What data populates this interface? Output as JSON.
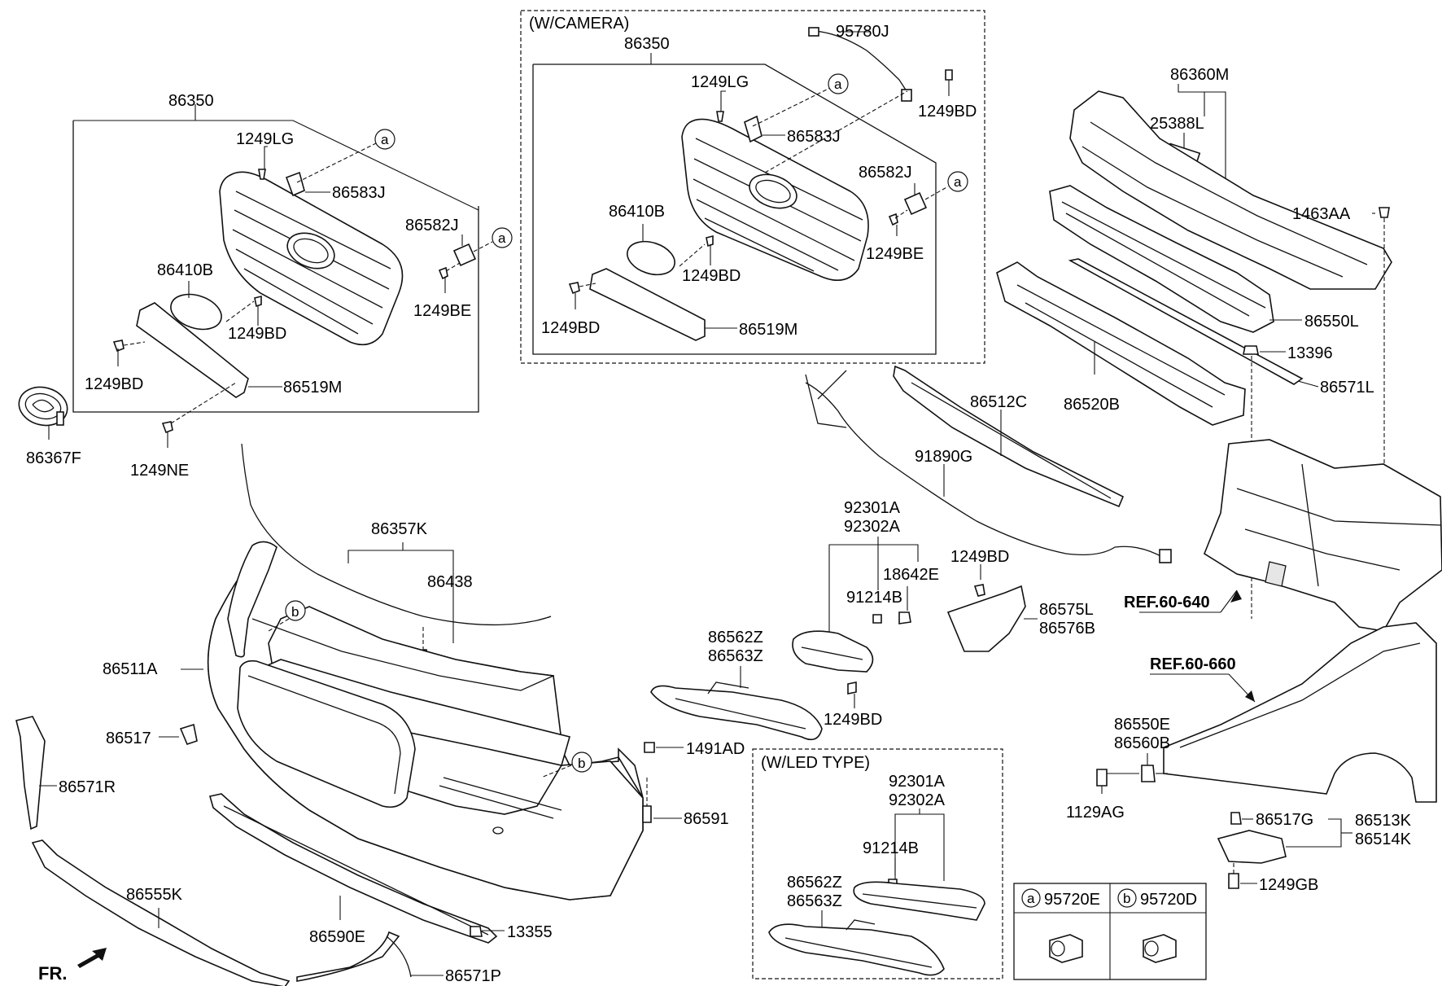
{
  "sections": {
    "camera": "(W/CAMERA)",
    "led": "(W/LED TYPE)"
  },
  "refs": {
    "ref_640": "REF.60-640",
    "ref_660": "REF.60-660",
    "front": "FR."
  },
  "legend": {
    "a_marker": "a",
    "a_part": "95720E",
    "b_marker": "b",
    "b_part": "95720D"
  },
  "callouts": {
    "c86350": "86350",
    "c1249lg": "1249LG",
    "c86583j": "86583J",
    "c86582j": "86582J",
    "c86410b": "86410B",
    "c1249be": "1249BE",
    "c1249bd_a": "1249BD",
    "c1249bd_b": "1249BD",
    "c86519m": "86519M",
    "c86367f": "86367F",
    "c1249ne": "1249NE",
    "w86350": "86350",
    "w95780j": "95780J",
    "w1249lg": "1249LG",
    "w1249bd_top": "1249BD",
    "w86583j": "86583J",
    "w86582j": "86582J",
    "w86410b": "86410B",
    "w1249be": "1249BE",
    "w1249bd_a": "1249BD",
    "w1249bd_b": "1249BD",
    "w86519m": "86519M",
    "r86360m": "86360M",
    "r25388l": "25388L",
    "r1463aa": "1463AA",
    "r86550l": "86550L",
    "r13396": "13396",
    "r86571l": "86571L",
    "r86520b": "86520B",
    "m86512c": "86512C",
    "m91890g": "91890G",
    "m92301a": "92301A",
    "m92302a": "92302A",
    "m18642e": "18642E",
    "m1249bd": "1249BD",
    "m91214b": "91214B",
    "m86575l": "86575L",
    "m86576b": "86576B",
    "m86562z": "86562Z",
    "m86563z": "86563Z",
    "m1249bd_b": "1249BD",
    "b86357k": "86357K",
    "b86438": "86438",
    "b86511a": "86511A",
    "b86517": "86517",
    "b86571r": "86571R",
    "b1491ad": "1491AD",
    "b86591": "86591",
    "b86555k": "86555K",
    "b86590e": "86590E",
    "b13355": "13355",
    "b86571p": "86571P",
    "l92301a": "92301A",
    "l92302a": "92302A",
    "l91214b": "91214B",
    "l86562z": "86562Z",
    "l86563z": "86563Z",
    "f86550e": "86550E",
    "f86560b": "86560B",
    "f1129ag": "1129AG",
    "f86517g": "86517G",
    "f86513k": "86513K",
    "f86514k": "86514K",
    "f1249gb": "1249GB",
    "marker_a1": "a",
    "marker_a2": "a",
    "marker_a3": "a",
    "marker_a4": "a",
    "marker_b1": "b",
    "marker_b2": "b"
  }
}
